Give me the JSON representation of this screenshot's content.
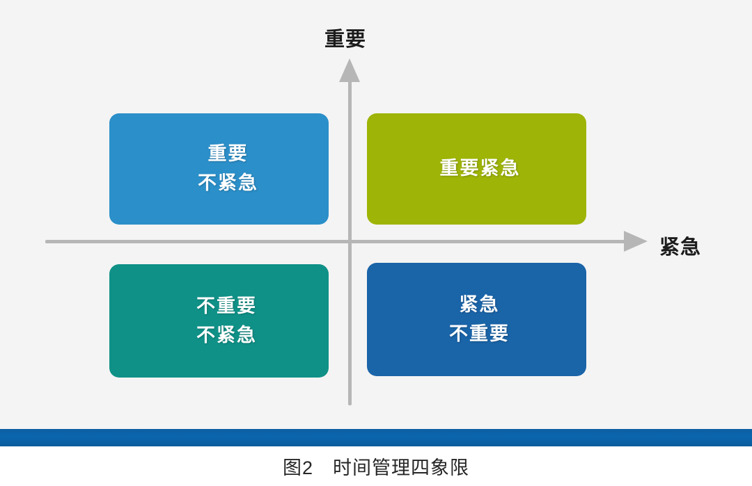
{
  "figure": {
    "caption": "图2　时间管理四象限",
    "background_color": "#f4f4f4",
    "band_color": "#0b66ad"
  },
  "axes": {
    "vertical_label": "重要",
    "horizontal_label": "紧急",
    "axis_color": "#b6b6b6"
  },
  "chart_data": {
    "type": "matrix",
    "title": "图2　时间管理四象限",
    "xlabel": "紧急",
    "ylabel": "重要",
    "quadrants": [
      {
        "id": "important-not-urgent",
        "position": "top-left",
        "lines": [
          "重要",
          "不紧急"
        ],
        "color": "#2b8fc9",
        "shade_color": "#1a6c9c"
      },
      {
        "id": "important-urgent",
        "position": "top-right",
        "lines": [
          "重要紧急"
        ],
        "color": "#9eb406",
        "shade_color": "#77880a"
      },
      {
        "id": "not-important-not-urgent",
        "position": "bottom-left",
        "lines": [
          "不重要",
          "不紧急"
        ],
        "color": "#0f9187",
        "shade_color": "#0a6f69"
      },
      {
        "id": "urgent-not-important",
        "position": "bottom-right",
        "lines": [
          "紧急",
          "不重要"
        ],
        "color": "#1a64a8",
        "shade_color": "#0f4c84"
      }
    ]
  }
}
